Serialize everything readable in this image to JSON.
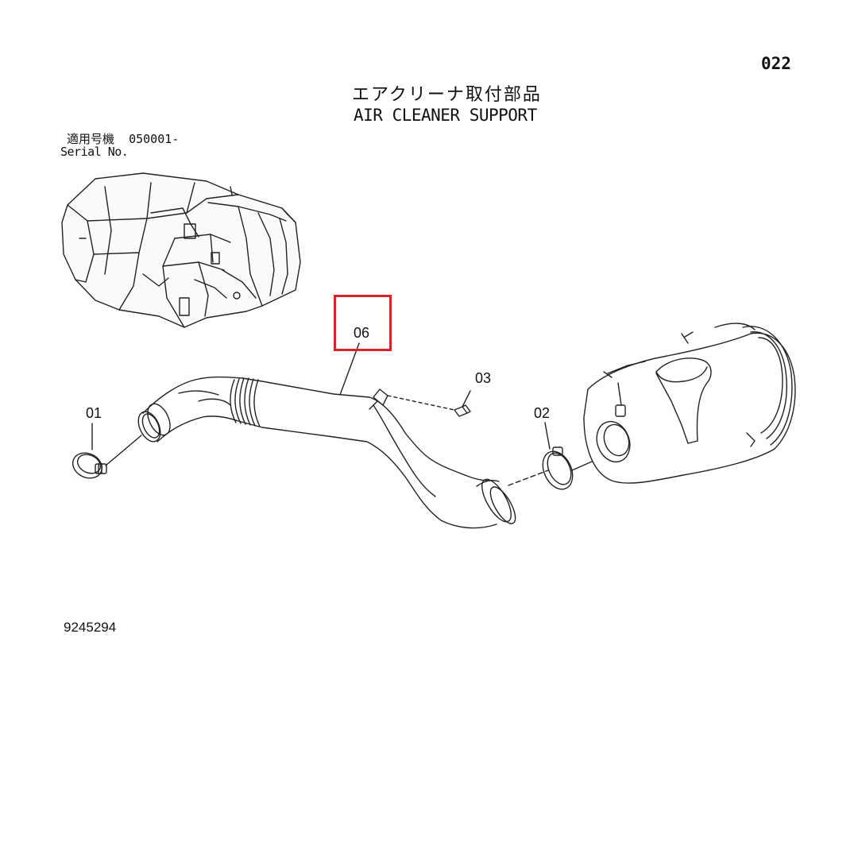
{
  "header": {
    "page_number": "022",
    "title_jp": "エアクリーナ取付部品",
    "title_en": "AIR CLEANER SUPPORT"
  },
  "serial": {
    "label_jp": "適用号機",
    "value": "050001-",
    "label_en": "Serial No."
  },
  "callouts": {
    "c01": "01",
    "c02": "02",
    "c03": "03",
    "c06": "06"
  },
  "highlight": {
    "part": "06",
    "color": "#d8232a"
  },
  "footer": {
    "drawing_number": "9245294"
  }
}
